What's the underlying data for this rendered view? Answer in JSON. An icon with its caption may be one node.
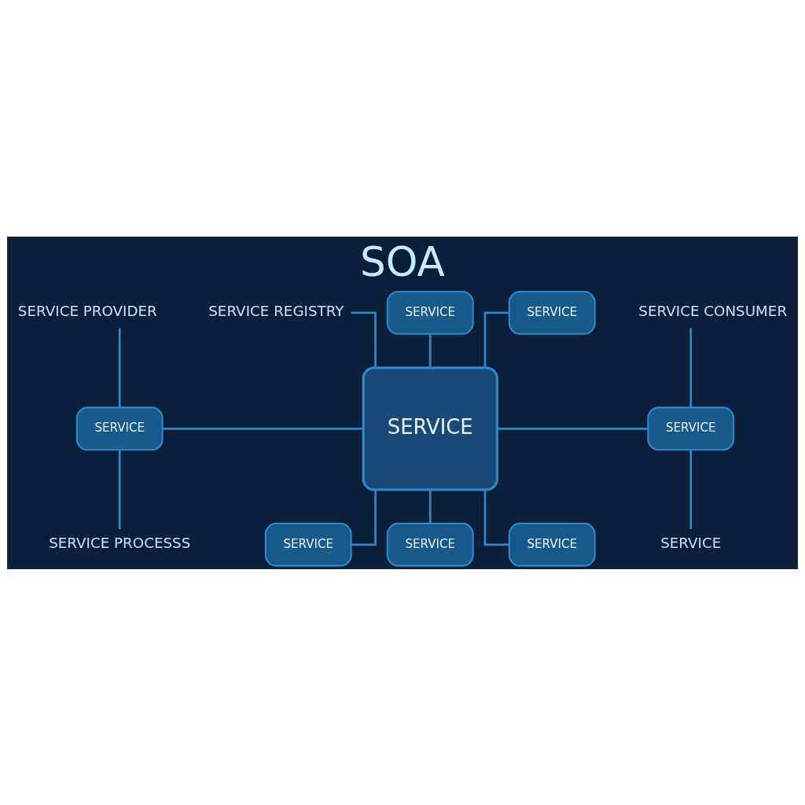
{
  "diagram": {
    "title": "SOA",
    "nodes": [
      {
        "text": [
          "SERVICE REGISTRY"
        ]
      },
      {
        "text": [
          "SERVICE PROVIDER"
        ]
      },
      {
        "text": [
          "SERVICE CONSUMER"
        ]
      },
      {
        "text": [
          "SERVICE"
        ]
      },
      {
        "text": [
          "SERVICE"
        ]
      },
      {
        "text": [
          "SERVICE"
        ]
      },
      {
        "text": [
          "SERVICE"
        ]
      },
      {
        "text": [
          "SERVICE"
        ]
      },
      {
        "text": [
          "SERVICE"
        ]
      },
      {
        "text": [
          "SERVICE"
        ]
      },
      {
        "text": [
          "SERVICE"
        ]
      },
      {
        "text": [
          "SERVICE PROCESSS"
        ]
      },
      {
        "text": [
          "SERVICE"
        ]
      }
    ],
    "edges": [
      {
        "from": 0,
        "to": 6,
        "arrow": "none"
      },
      {
        "from": 3,
        "to": 6,
        "arrow": "none"
      },
      {
        "from": 4,
        "to": 6,
        "arrow": "none"
      },
      {
        "from": 1,
        "to": 5,
        "arrow": "none"
      },
      {
        "from": 5,
        "to": 6,
        "arrow": "none"
      },
      {
        "from": 5,
        "to": 11,
        "arrow": "none"
      },
      {
        "from": 6,
        "to": 7,
        "arrow": "none"
      },
      {
        "from": 2,
        "to": 7,
        "arrow": "none"
      },
      {
        "from": 7,
        "to": 12,
        "arrow": "none"
      },
      {
        "from": 6,
        "to": 8,
        "arrow": "none"
      },
      {
        "from": 6,
        "to": 9,
        "arrow": "none"
      },
      {
        "from": 6,
        "to": 10,
        "arrow": "none"
      }
    ]
  }
}
